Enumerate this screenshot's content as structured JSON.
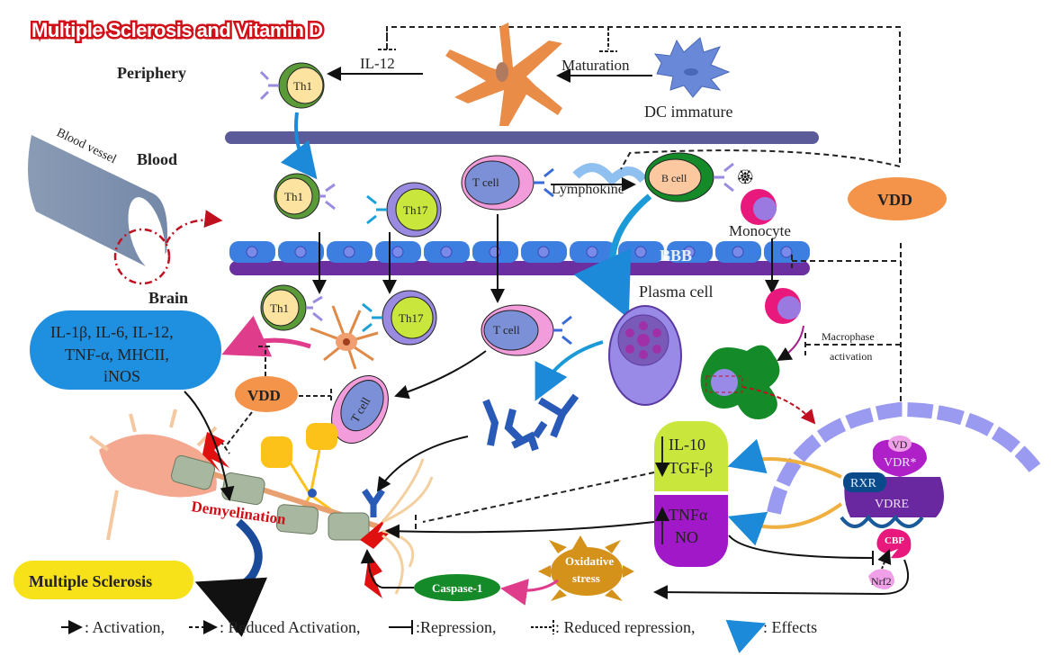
{
  "title": "Multiple Sclerosis and Vitamin D",
  "regions": {
    "periphery": "Periphery",
    "blood": "Blood",
    "brain": "Brain",
    "blood_vessel": "Blood vessel",
    "bbb": "BBB"
  },
  "cells": {
    "th1": "Th1",
    "th17": "Th17",
    "t_cell": "T cell",
    "b_cell": "B cell",
    "monocyte": "Monocyte",
    "plasma_cell": "Plasma cell",
    "dc_immature": "DC immature"
  },
  "signals": {
    "il12": "IL-12",
    "maturation": "Maturation",
    "lymphokine": "Lymphokine",
    "macrophage_line1": "Macrophase",
    "macrophage_line2": "activation"
  },
  "vdd": "VDD",
  "cytokine_box": [
    "IL-1β, IL-6, IL-12,",
    "TNF-α, MHCII,",
    "iNOS"
  ],
  "anti_inflammatory": [
    "IL-10",
    "TGF-β"
  ],
  "pro_inflammatory": [
    "TNFα",
    "NO"
  ],
  "nucleus": {
    "vd": "VD",
    "vdr": "VDR*",
    "rxr": "RXR",
    "vdre": "VDRE",
    "cbp": "CBP",
    "nrf2": "Nrf2"
  },
  "oxidative_stress": [
    "Oxidative",
    "stress"
  ],
  "caspase": "Caspase-1",
  "demyelination": "Demyelination",
  "outcome": "Multiple Sclerosis",
  "legend": {
    "activation": ": Activation,",
    "reduced_activation": ": Reduced Activation,",
    "repression": ":Repression,",
    "reduced_repression": ": Reduced repression,",
    "effects": ": Effects"
  },
  "colors": {
    "title_outline": "#d01018",
    "vdd": "#f4944a",
    "cytokine_box": "#1f8fe0",
    "il10_box": "#c8e63c",
    "tnf_box": "#a018c8",
    "ms_box": "#f7e21a",
    "bbb": "#3d7fe0",
    "membrane": "#6b2fa0",
    "caspase": "#148a28",
    "oxidative": "#d4921a"
  }
}
